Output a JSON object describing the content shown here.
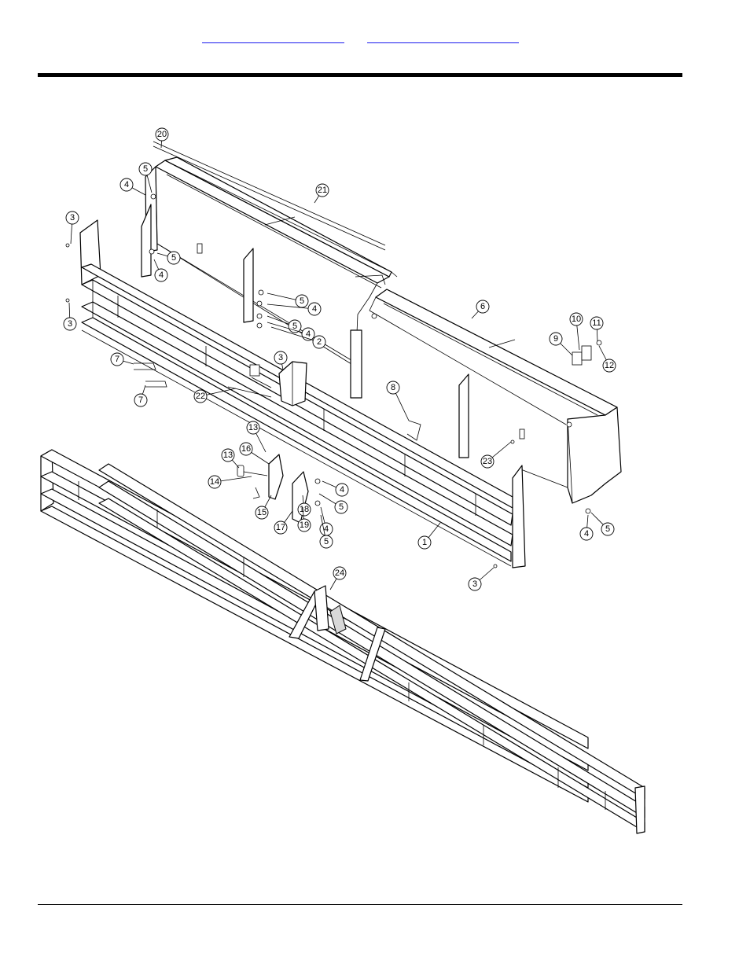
{
  "header": {
    "links": [
      {
        "label": ""
      },
      {
        "label": ""
      }
    ]
  },
  "diagram": {
    "callouts": [
      {
        "label": "20"
      },
      {
        "label": "21"
      },
      {
        "label": "5"
      },
      {
        "label": "4"
      },
      {
        "label": "3"
      },
      {
        "label": "5"
      },
      {
        "label": "4"
      },
      {
        "label": "3"
      },
      {
        "label": "5"
      },
      {
        "label": "4"
      },
      {
        "label": "5"
      },
      {
        "label": "4"
      },
      {
        "label": "2"
      },
      {
        "label": "7"
      },
      {
        "label": "7"
      },
      {
        "label": "3"
      },
      {
        "label": "22"
      },
      {
        "label": "6"
      },
      {
        "label": "10"
      },
      {
        "label": "11"
      },
      {
        "label": "9"
      },
      {
        "label": "12"
      },
      {
        "label": "8"
      },
      {
        "label": "13"
      },
      {
        "label": "16"
      },
      {
        "label": "13"
      },
      {
        "label": "14"
      },
      {
        "label": "15"
      },
      {
        "label": "4"
      },
      {
        "label": "5"
      },
      {
        "label": "18"
      },
      {
        "label": "17"
      },
      {
        "label": "19"
      },
      {
        "label": "4"
      },
      {
        "label": "5"
      },
      {
        "label": "23"
      },
      {
        "label": "1"
      },
      {
        "label": "4"
      },
      {
        "label": "5"
      },
      {
        "label": "3"
      },
      {
        "label": "24"
      }
    ]
  }
}
